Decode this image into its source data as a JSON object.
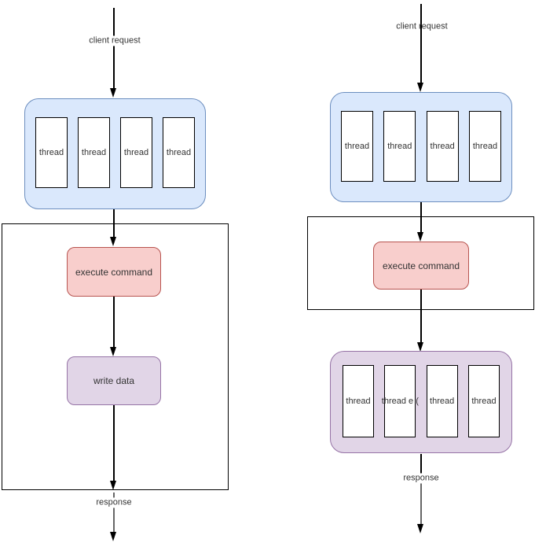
{
  "left_diagram": {
    "request_label": "client request",
    "receive_pool": {
      "threads": [
        "thread",
        "thread",
        "thread",
        "thread"
      ]
    },
    "execute_node_label": "execute command",
    "write_node_label": "write data",
    "response_label": "response"
  },
  "right_diagram": {
    "request_label": "client request",
    "receive_pool": {
      "threads": [
        "thread",
        "thread",
        "thread",
        "thread"
      ]
    },
    "execute_node_label": "execute command",
    "write_pool": {
      "threads": [
        "thread",
        "thread e (",
        "thread",
        "thread"
      ]
    },
    "response_label": "response"
  },
  "colors": {
    "pool_blue_fill": "#dae8fc",
    "pool_blue_border": "#6c8ebf",
    "node_red_fill": "#f8cecc",
    "node_red_border": "#b85450",
    "purple_fill": "#e1d5e7",
    "purple_border": "#9673a6",
    "line": "#000000",
    "text": "#333333"
  }
}
